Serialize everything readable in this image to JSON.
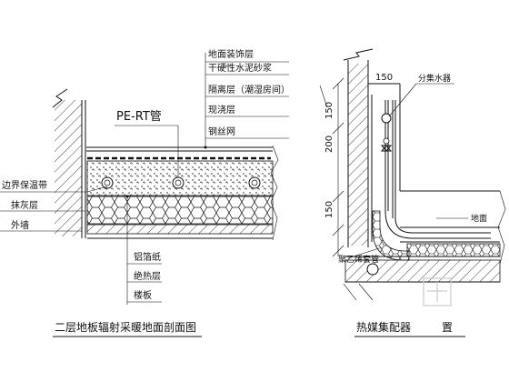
{
  "left_detail": {
    "layer_labels": [
      "地面装饰层",
      "干硬性水泥砂浆",
      "隔离层（潮湿房间）",
      "现浇层",
      "钢丝网"
    ],
    "pipe_label": "PE-RT管",
    "left_labels": [
      "边界保温带",
      "抹灰层",
      "外墙"
    ],
    "bottom_labels": [
      "铝箔纸",
      "绝热层",
      "楼板"
    ],
    "title": "二层地板辐射采暖地面剖面图"
  },
  "right_detail": {
    "dimensions": [
      "150",
      "200",
      "150",
      "150"
    ],
    "manifold_label": "分集水器",
    "floor_label": "地面",
    "sleeve_label": "聚乙烯套管",
    "title": "热媒集配器",
    "title_tail": "置"
  },
  "line_color": "#111111"
}
